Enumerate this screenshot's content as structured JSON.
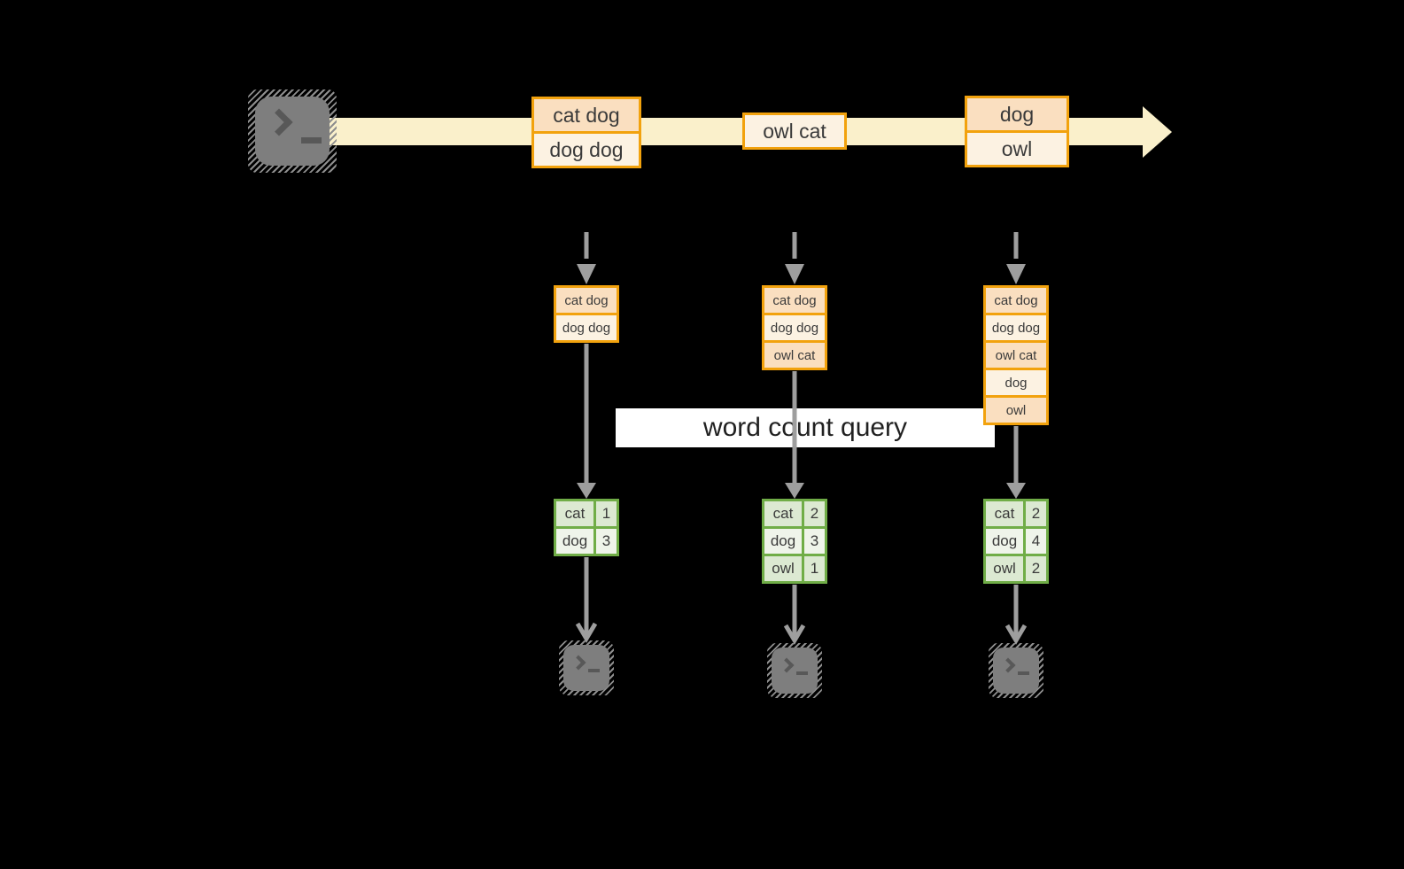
{
  "labels": {
    "query": "word count query"
  },
  "icons": {
    "terminal_prompt": "❯_",
    "stream_arrowhead": "▶",
    "flow_arrowhead": "▼"
  },
  "stream": {
    "batches": [
      {
        "rows": [
          "cat dog",
          "dog dog"
        ]
      },
      {
        "rows": [
          "owl cat"
        ]
      },
      {
        "rows": [
          "dog",
          "owl"
        ]
      }
    ]
  },
  "pipelines": [
    {
      "state": [
        "cat dog",
        "dog dog"
      ],
      "counts": [
        {
          "word": "cat",
          "value": "1"
        },
        {
          "word": "dog",
          "value": "3"
        }
      ]
    },
    {
      "state": [
        "cat dog",
        "dog dog",
        "owl cat"
      ],
      "counts": [
        {
          "word": "cat",
          "value": "2"
        },
        {
          "word": "dog",
          "value": "3"
        },
        {
          "word": "owl",
          "value": "1"
        }
      ]
    },
    {
      "state": [
        "cat dog",
        "dog dog",
        "owl cat",
        "dog",
        "owl"
      ],
      "counts": [
        {
          "word": "cat",
          "value": "2"
        },
        {
          "word": "dog",
          "value": "4"
        },
        {
          "word": "owl",
          "value": "2"
        }
      ]
    }
  ],
  "colors": {
    "background": "#000000",
    "stream_band": "#FAF0CB",
    "batch_border": "#F2A20D",
    "batch_cell_peach": "#FADFC0",
    "batch_cell_cream": "#FCF2E2",
    "table_border": "#70AD47",
    "table_cell_green": "#DCE9D2",
    "table_cell_light": "#EFF4EA",
    "arrow_gray": "#9E9E9E",
    "terminal_gray": "#7E7E7E",
    "query_label_bg": "#FFFFFF",
    "text_dark": "#3A3A3A"
  }
}
